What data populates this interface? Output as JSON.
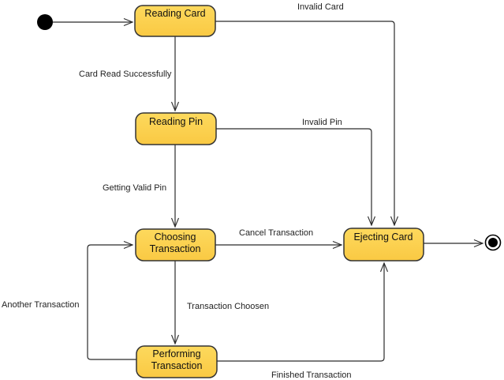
{
  "colors": {
    "background": "#ffffff",
    "state_fill_top": "#fdd95d",
    "state_fill_bottom": "#fac943",
    "state_border": "#333333",
    "connector": "#2b2b2b",
    "state_text": "#111111",
    "label_text": "#1f1f1f",
    "node_black": "#000000"
  },
  "states": {
    "reading_card": {
      "label": "Reading Card"
    },
    "reading_pin": {
      "label": "Reading Pin"
    },
    "choosing_transaction": {
      "line1": "Choosing",
      "line2": "Transaction"
    },
    "ejecting_card": {
      "label": "Ejecting Card"
    },
    "performing_transaction": {
      "line1": "Performing",
      "line2": "Transaction"
    }
  },
  "transitions": {
    "invalid_card": {
      "label": "Invalid Card"
    },
    "card_read_successfully": {
      "label": "Card Read Successfully"
    },
    "invalid_pin": {
      "label": "Invalid Pin"
    },
    "getting_valid_pin": {
      "label": "Getting Valid Pin"
    },
    "cancel_transaction": {
      "label": "Cancel Transaction"
    },
    "transaction_choosen": {
      "label": "Transaction Choosen"
    },
    "another_transaction": {
      "label": "Another Transaction"
    },
    "finished_transaction": {
      "label": "Finished Transaction"
    }
  }
}
